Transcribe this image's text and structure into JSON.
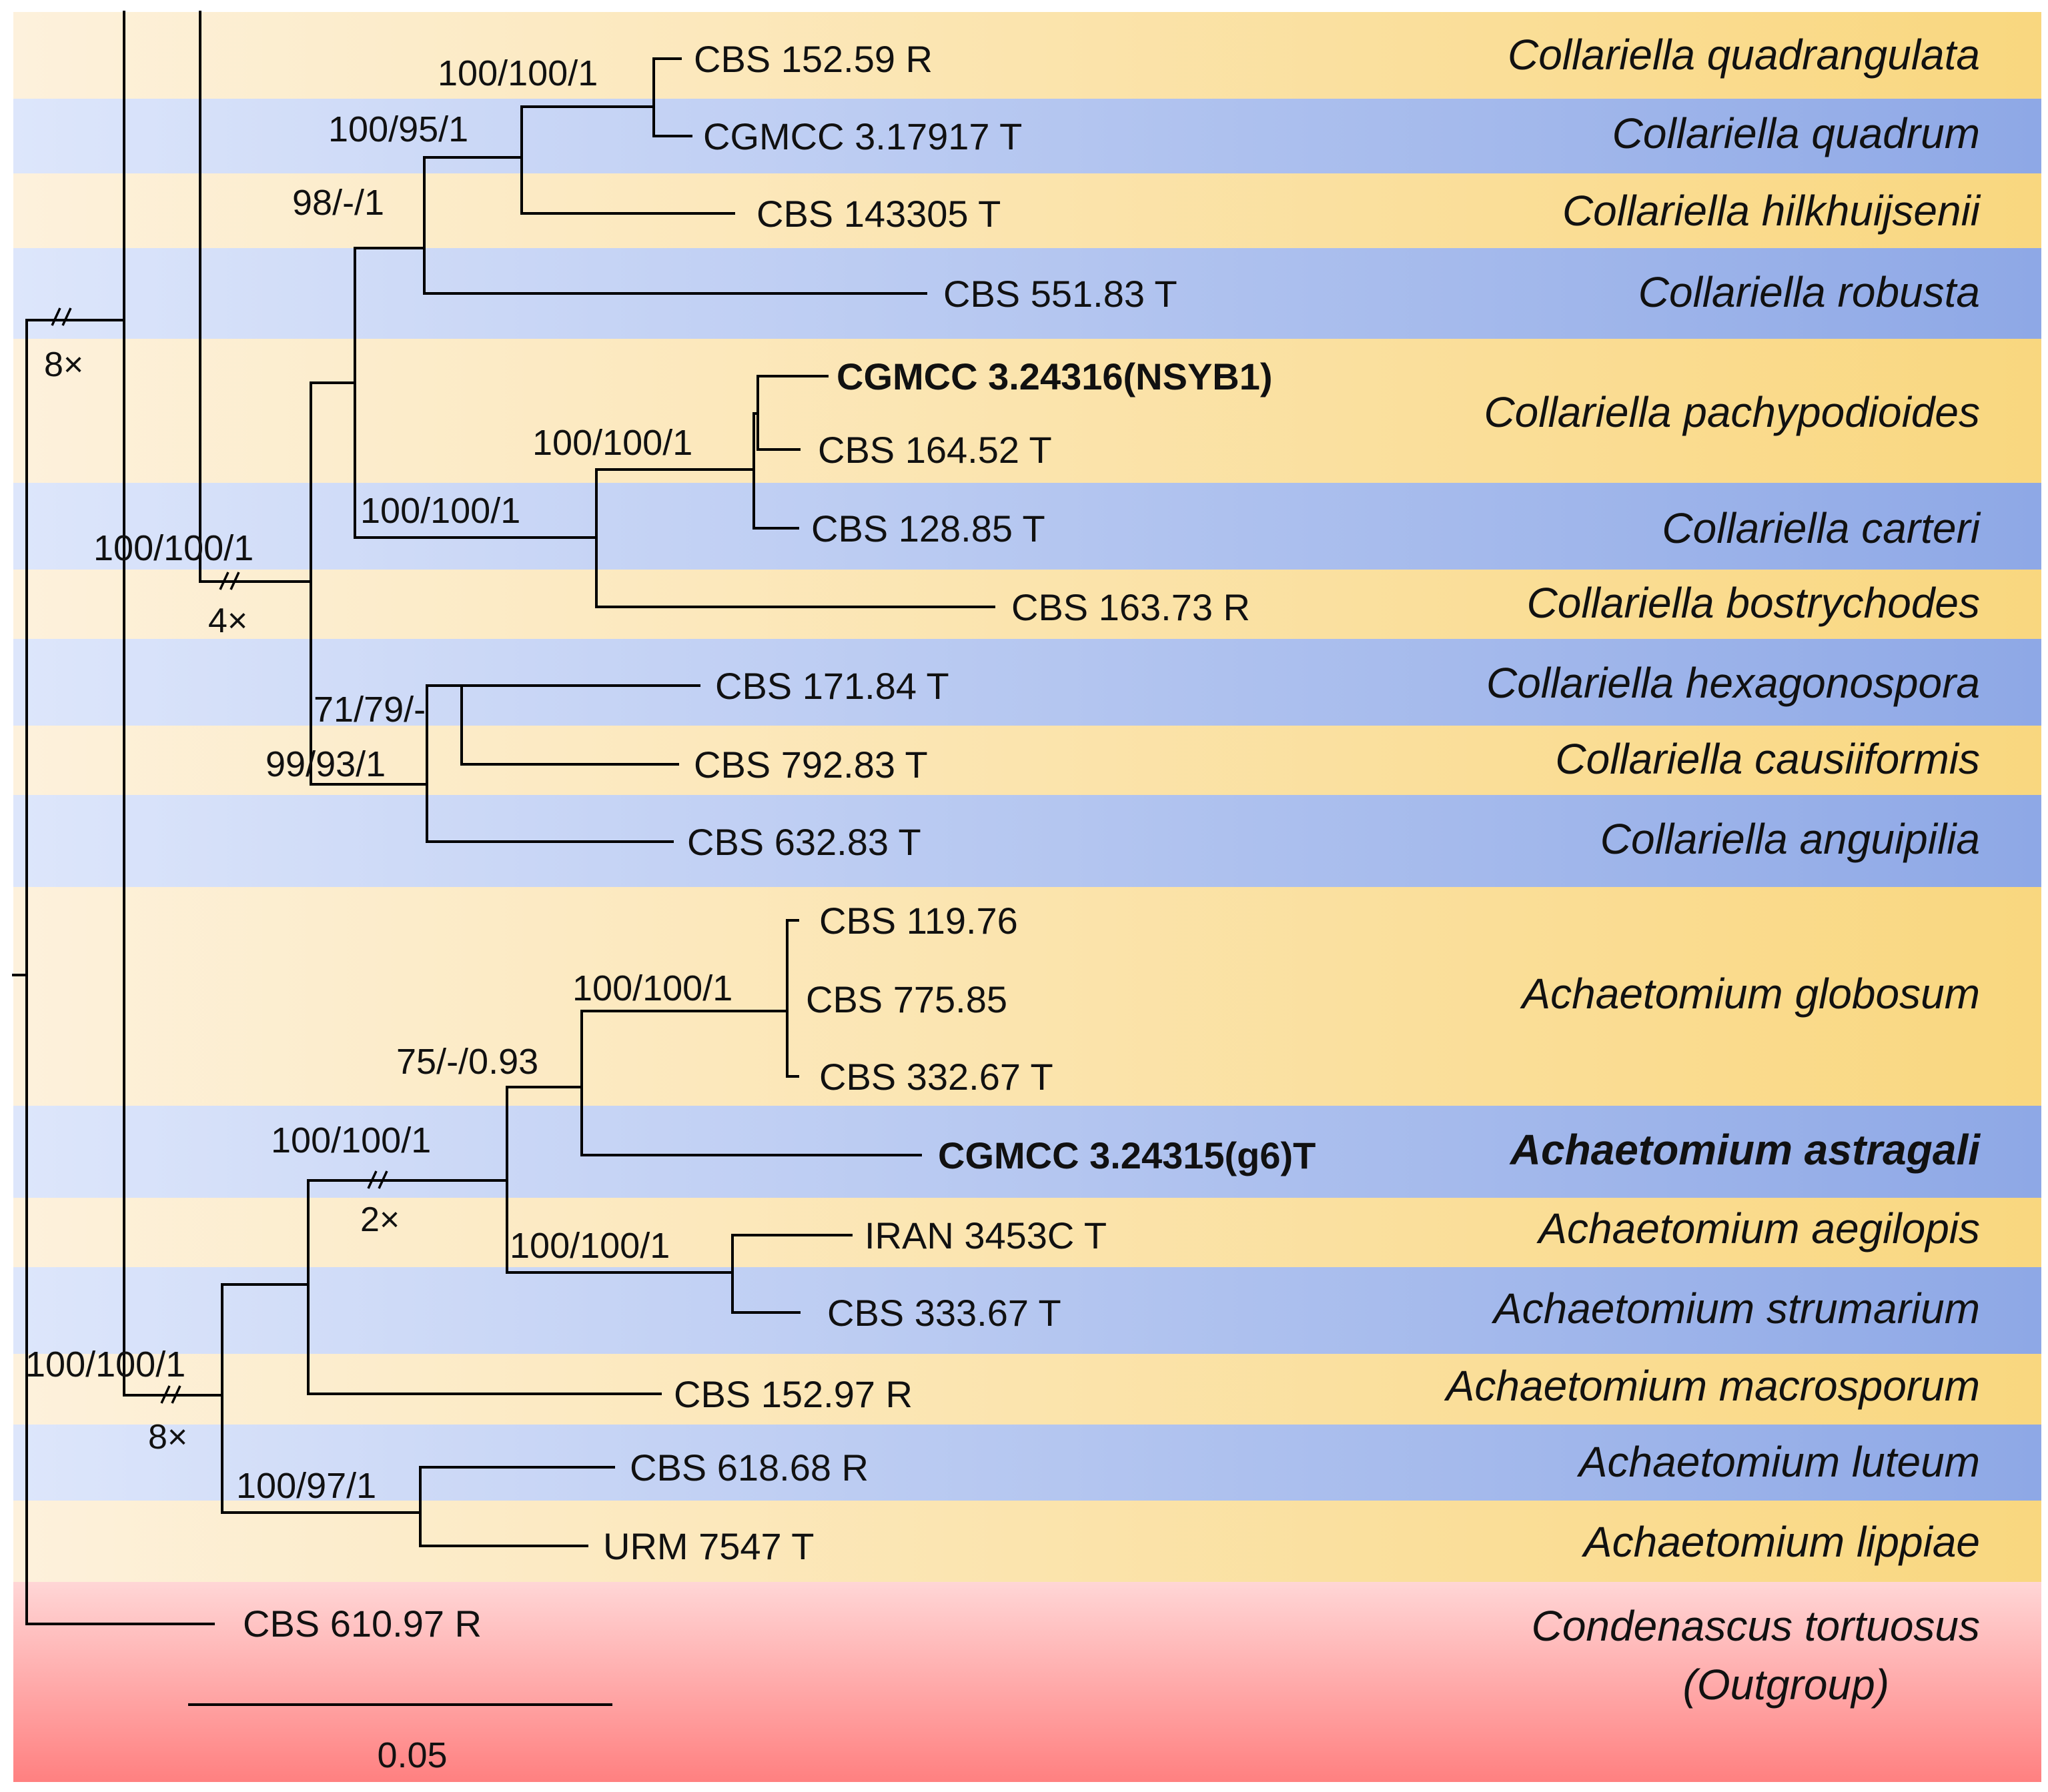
{
  "colors": {
    "band_yellow_light": "#fdf1dc",
    "band_yellow_dark": "#f9d77f",
    "band_blue_light": "#dde6fb",
    "band_blue_dark": "#8ea8e6",
    "outgroup_light": "#ffd6d6",
    "outgroup_dark": "#ff8080",
    "highlight_red": "#ee1111",
    "line": "#000000"
  },
  "tree": {
    "strains": [
      {
        "id": "cbs15259",
        "label": "CBS 152.59 R"
      },
      {
        "id": "cgmcc317917",
        "label": "CGMCC 3.17917 T"
      },
      {
        "id": "cbs143305",
        "label": "CBS 143305 T"
      },
      {
        "id": "cbs55183",
        "label": "CBS 551.83 T"
      },
      {
        "id": "cgmcc324316",
        "label": "CGMCC 3.24316(NSYB1)",
        "bold": true
      },
      {
        "id": "cbs16452",
        "label": "CBS 164.52 T"
      },
      {
        "id": "cbs12885",
        "label": "CBS 128.85 T"
      },
      {
        "id": "cbs16373",
        "label": "CBS 163.73 R"
      },
      {
        "id": "cbs17184",
        "label": "CBS 171.84 T"
      },
      {
        "id": "cbs79283",
        "label": "CBS 792.83 T"
      },
      {
        "id": "cbs63283",
        "label": "CBS 632.83 T"
      },
      {
        "id": "cbs11976",
        "label": "CBS 119.76"
      },
      {
        "id": "cbs77585",
        "label": "CBS 775.85"
      },
      {
        "id": "cbs33267",
        "label": "CBS 332.67 T"
      },
      {
        "id": "cgmcc324315",
        "label": "CGMCC 3.24315(g6)T",
        "bold": true,
        "highlight": true
      },
      {
        "id": "iran3453c",
        "label": "IRAN 3453C T"
      },
      {
        "id": "cbs33367",
        "label": "CBS 333.67 T"
      },
      {
        "id": "cbs15297",
        "label": "CBS 152.97 R"
      },
      {
        "id": "cbs61868",
        "label": "CBS 618.68 R"
      },
      {
        "id": "urm7547",
        "label": "URM 7547 T"
      },
      {
        "id": "cbs61097",
        "label": "CBS 610.97 R"
      }
    ],
    "species": [
      {
        "id": "quadrangulata",
        "label": "Collariella quadrangulata"
      },
      {
        "id": "quadrum",
        "label": "Collariella quadrum"
      },
      {
        "id": "hilkhuijsenii",
        "label": "Collariella hilkhuijsenii"
      },
      {
        "id": "robusta",
        "label": "Collariella robusta"
      },
      {
        "id": "pachypodioides",
        "label": "Collariella pachypodioides"
      },
      {
        "id": "carteri",
        "label": "Collariella carteri"
      },
      {
        "id": "bostrychodes",
        "label": "Collariella bostrychodes"
      },
      {
        "id": "hexagonospora",
        "label": "Collariella hexagonospora"
      },
      {
        "id": "causiiformis",
        "label": "Collariella causiiformis"
      },
      {
        "id": "anguipilia",
        "label": "Collariella anguipilia"
      },
      {
        "id": "globosum",
        "label": "Achaetomium globosum"
      },
      {
        "id": "astragali",
        "label": "Achaetomium astragali",
        "bold": true,
        "highlight": true
      },
      {
        "id": "aegilopis",
        "label": "Achaetomium aegilopis"
      },
      {
        "id": "strumarium",
        "label": "Achaetomium strumarium"
      },
      {
        "id": "macrosporum",
        "label": "Achaetomium macrosporum"
      },
      {
        "id": "luteum",
        "label": "Achaetomium luteum"
      },
      {
        "id": "lippiae",
        "label": "Achaetomium lippiae"
      },
      {
        "id": "tortuosus",
        "label": "Condenascus tortuosus"
      }
    ],
    "outgroup_label": "(Outgroup)",
    "support_values": [
      {
        "id": "quad_pair",
        "label": "100/100/1"
      },
      {
        "id": "quad_trio",
        "label": "100/95/1"
      },
      {
        "id": "quad_robusta",
        "label": "98/-/1"
      },
      {
        "id": "pachy_carteri",
        "label": "100/100/1"
      },
      {
        "id": "pachy_bostry",
        "label": "100/100/1"
      },
      {
        "id": "collariella",
        "label": "100/100/1"
      },
      {
        "id": "hexa_causi",
        "label": "71/79/-"
      },
      {
        "id": "hexa_angui",
        "label": "99/93/1"
      },
      {
        "id": "globosum",
        "label": "100/100/1"
      },
      {
        "id": "glob_astragali",
        "label": "75/-/0.93"
      },
      {
        "id": "core_achaetomium",
        "label": "100/100/1"
      },
      {
        "id": "aegil_strum",
        "label": "100/100/1"
      },
      {
        "id": "achaetomium",
        "label": "100/100/1"
      },
      {
        "id": "luteum_lippiae",
        "label": "100/97/1"
      }
    ],
    "branch_breaks": [
      {
        "id": "root_top",
        "label": "8×"
      },
      {
        "id": "collariella",
        "label": "4×"
      },
      {
        "id": "core_achaetomium",
        "label": "2×"
      },
      {
        "id": "achaetomium",
        "label": "8×"
      }
    ],
    "scale_bar": {
      "label": "0.05",
      "value": 0.05
    }
  }
}
